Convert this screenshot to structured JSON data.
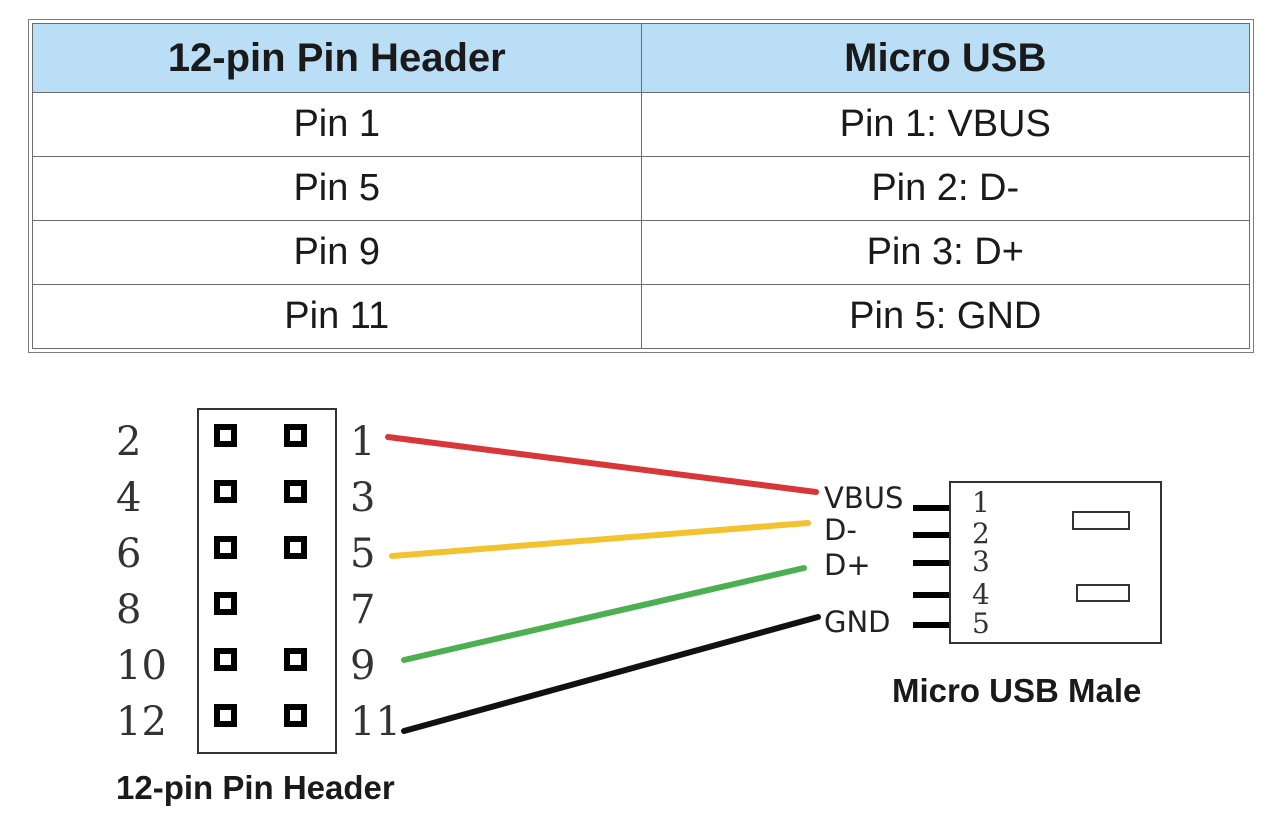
{
  "table": {
    "headers": [
      "12-pin Pin Header",
      "Micro USB"
    ],
    "rows": [
      [
        "Pin 1",
        "Pin 1: VBUS"
      ],
      [
        "Pin 5",
        "Pin 2: D-"
      ],
      [
        "Pin 9",
        "Pin 3: D+"
      ],
      [
        "Pin 11",
        "Pin 5: GND"
      ]
    ]
  },
  "diagram": {
    "header_left_numbers": [
      "2",
      "4",
      "6",
      "8",
      "10",
      "12"
    ],
    "header_right_numbers": [
      "1",
      "3",
      "5",
      "7",
      "9",
      "11"
    ],
    "signals": [
      "VBUS",
      "D-",
      "D+",
      "GND"
    ],
    "usb_pin_numbers": [
      "1",
      "2",
      "3",
      "4",
      "5"
    ],
    "header_caption": "12-pin Pin Header",
    "usb_caption": "Micro USB Male",
    "wire_colors": {
      "vbus": "#d9363a",
      "dminus": "#f4c12f",
      "dplus": "#4caf50",
      "gnd": "#111111"
    }
  }
}
